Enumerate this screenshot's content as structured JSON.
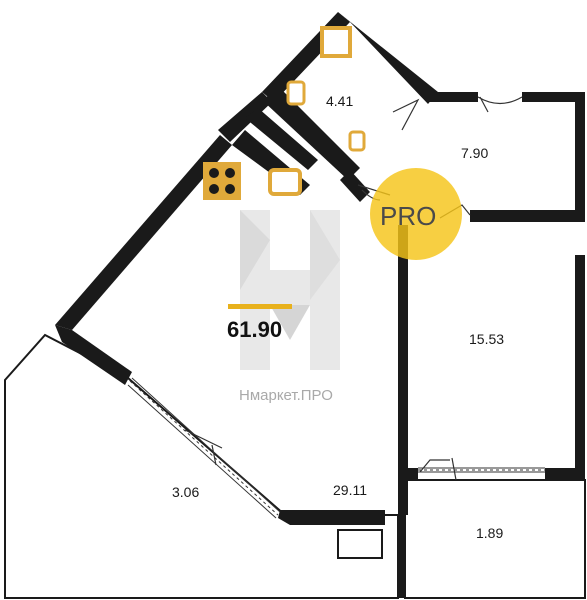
{
  "plan": {
    "total_area": "61.90",
    "rooms": [
      {
        "id": "bathroom",
        "area": "4.41"
      },
      {
        "id": "room-small",
        "area": "7.90"
      },
      {
        "id": "bedroom",
        "area": "15.53"
      },
      {
        "id": "living",
        "area": "29.11"
      },
      {
        "id": "balcony-left",
        "area": "3.06"
      },
      {
        "id": "balcony-right",
        "area": "1.89"
      }
    ]
  },
  "watermark": {
    "text": "Нмаркет.ПРО",
    "badge": "PRO",
    "badge_color": "#f5c518",
    "logo_color": "#cfcfcf"
  },
  "colors": {
    "wall": "#1a1a1a",
    "fixture": "#e0a93a",
    "accent_line": "#e8b11c"
  }
}
